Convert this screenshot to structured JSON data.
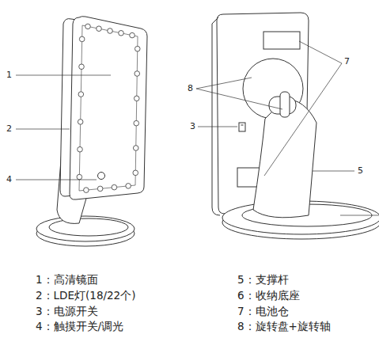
{
  "diagram": {
    "labels": [
      "1",
      "2",
      "4",
      "8",
      "3",
      "7",
      "5",
      "1：高清镜面",
      "2：LDE灯(18/22个)",
      "3：电源开关",
      "4：触摸开关/调光",
      "5：支撑杆",
      "6：收纳底座",
      "7：电池仓",
      "8：旋转盘+旋转轴"
    ]
  }
}
